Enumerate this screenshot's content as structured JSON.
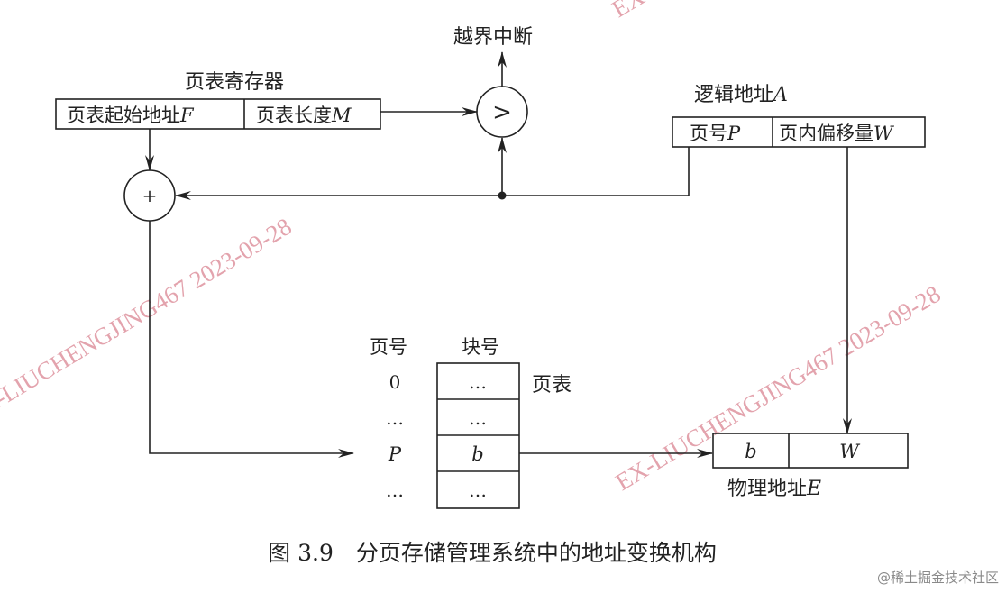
{
  "register": {
    "title": "页表寄存器",
    "field_start": "页表起始地址",
    "field_start_var": "F",
    "field_length": "页表长度",
    "field_length_var": "M"
  },
  "comparator": {
    "symbol": ">"
  },
  "interrupt": {
    "label": "越界中断"
  },
  "adder": {
    "symbol": "+"
  },
  "logical_address": {
    "title": "逻辑地址",
    "title_var": "A",
    "page_field": "页号",
    "page_field_var": "P",
    "offset_field": "页内偏移量",
    "offset_field_var": "W"
  },
  "page_table": {
    "header_page": "页号",
    "header_block": "块号",
    "label": "页表",
    "rows": [
      {
        "page": "0",
        "block": "…"
      },
      {
        "page": "…",
        "block": "…"
      },
      {
        "page": "P",
        "block": "b"
      },
      {
        "page": "…",
        "block": "…"
      }
    ]
  },
  "physical_address": {
    "title": "物理地址",
    "title_var": "E",
    "block_field": "b",
    "offset_field": "W"
  },
  "caption": "图 3.9　分页存储管理系统中的地址变换机构",
  "watermark": {
    "text_left": "EX-LIUCHENGJING467 2023-09-28",
    "text_right": "EX-LIUCHENGJING467 2023-09-28",
    "text_top": "EX-"
  },
  "credit": "@稀土掘金技术社区",
  "colors": {
    "line": "#222222",
    "watermark": "#e3a3ad"
  }
}
